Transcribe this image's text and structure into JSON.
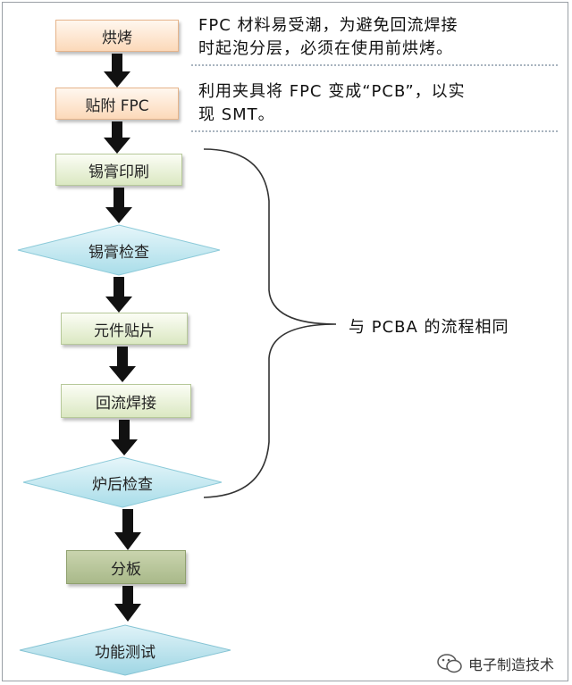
{
  "steps": {
    "baking": "烘烤",
    "attach_fpc": "贴附 FPC",
    "solder_paste_print": "锡膏印刷",
    "solder_paste_inspect": "锡膏检查",
    "component_placement": "元件贴片",
    "reflow_soldering": "回流焊接",
    "post_reflow_inspect": "炉后检查",
    "depaneling": "分板",
    "function_test": "功能测试"
  },
  "notes": {
    "baking_line1": "FPC 材料易受潮，为避免回流焊接",
    "baking_line2": "时起泡分层，必须在使用前烘烤。",
    "attach_line1": "利用夹具将 FPC 变成“PCB”，以实",
    "attach_line2": "现 SMT。"
  },
  "brace_label": "与 PCBA 的流程相同",
  "watermark": "电子制造技术",
  "colors": {
    "orange_box": "#fcd9b9",
    "green_box": "#dbe8c2",
    "dark_green_box": "#a9b98a",
    "diamond": "#a9dde9",
    "arrow": "#111111"
  }
}
